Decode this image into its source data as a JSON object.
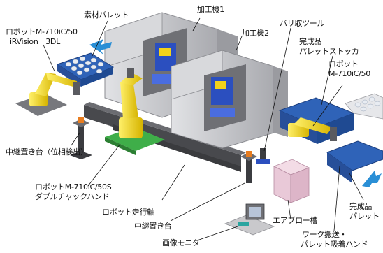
{
  "labels": {
    "robot_top_left_line1": "ロボットM-710iC/50",
    "robot_top_left_line2": "iRVision　3DL",
    "material_pallet": "素材パレット",
    "machine1": "加工機1",
    "machine2": "加工機2",
    "deburr_tool": "バリ取ツール",
    "finished_stocker_line1": "完成品",
    "finished_stocker_line2": "パレットストッカ",
    "robot_right_line1": "ロボット",
    "robot_right_line2": "M-710iC/50",
    "relay_phase": "中継置き台（位相検出）",
    "robot_center_line1": "ロボットM-710iC/50S",
    "robot_center_line2": "ダブルチャックハンド",
    "robot_travel_axis": "ロボット走行軸",
    "relay_stand": "中継置き台",
    "air_blow": "エアブロー槽",
    "finished_pallet_line1": "完成品",
    "finished_pallet_line2": "パレット",
    "image_monitor": "画像モニタ",
    "work_hand_line1": "ワーク搬送・",
    "work_hand_line2": "パレット吸着ハンド"
  },
  "colors": {
    "robot_yellow": "#f2d21a",
    "robot_shadow": "#b89a00",
    "pallet_blue": "#2f63b8",
    "machine_gray": "#c9c9cc",
    "machine_dark": "#8f9096",
    "spindle_blue": "#2b4fbf",
    "rail_gray": "#55565a",
    "green_base": "#3fae49",
    "air_tank_pink": "#e9c9d8",
    "arrow_blue": "#2a8fd6"
  }
}
